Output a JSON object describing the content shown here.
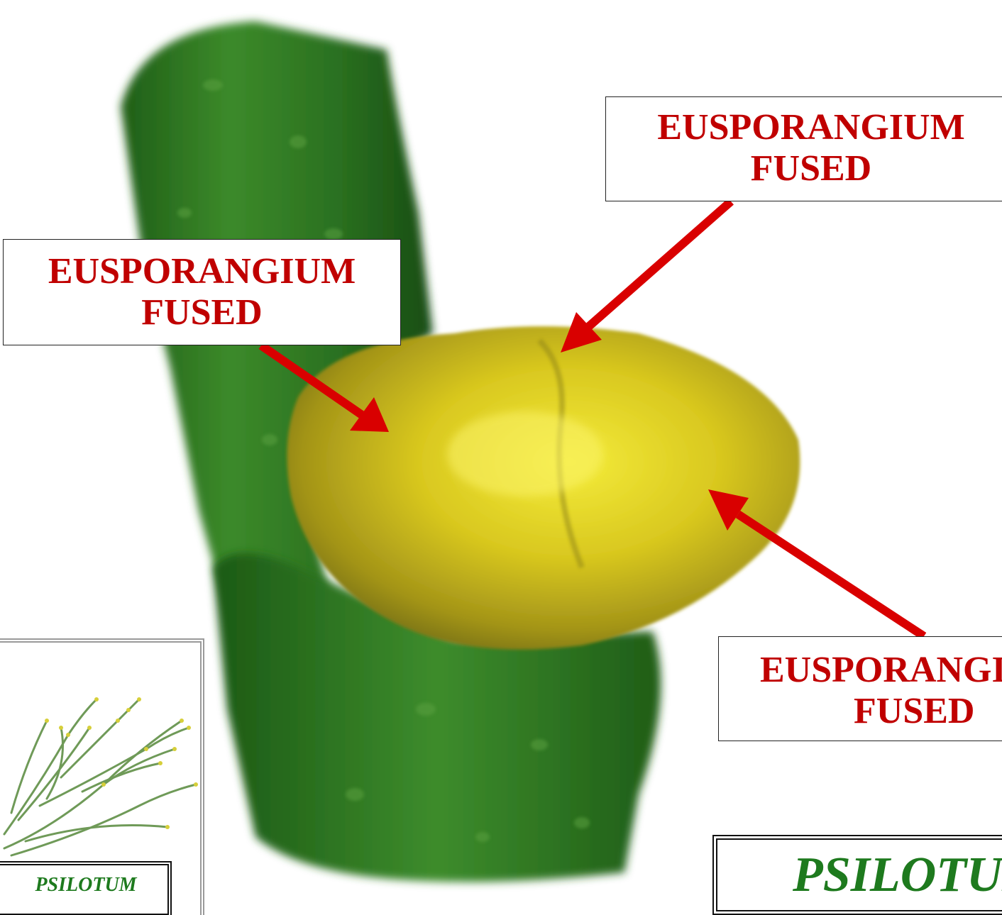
{
  "labels": {
    "top_right": {
      "line1": "EUSPORANGIUM",
      "line2": "FUSED"
    },
    "left": {
      "line1": "EUSPORANGIUM",
      "line2": "FUSED"
    },
    "bottom_right": {
      "line1": "EUSPORANGI",
      "line2": "FUSED"
    }
  },
  "inset": {
    "caption": "PSILOTUM"
  },
  "title": "PSILOTUM",
  "colors": {
    "label_text": "#c00000",
    "arrow": "#d90000",
    "title_text": "#1e7a1e",
    "stem_green": "#2e7a22",
    "sporangium_yellow": "#d8c820"
  }
}
